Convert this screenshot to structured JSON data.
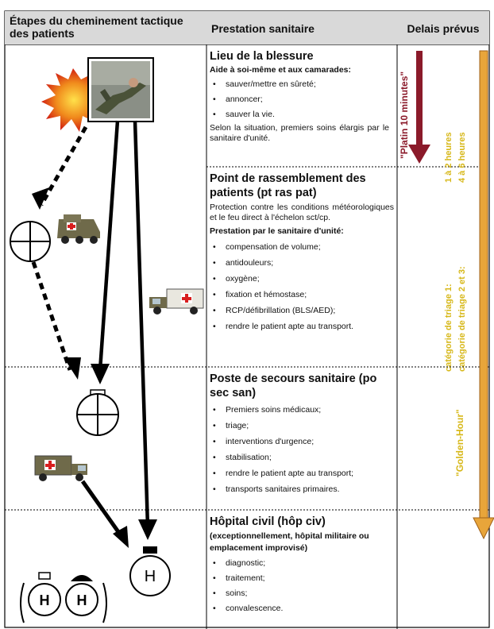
{
  "headers": {
    "stages": "Étapes du cheminement tactique des patients",
    "service": "Prestation sanitaire",
    "delays": "Delais prévus"
  },
  "rows": [
    {
      "title": "Lieu de la blessure",
      "subheading": "Aide à soi-même et aux camarades:",
      "items": [
        "sauver/mettre en sûreté;",
        "annoncer;",
        "sauver la vie."
      ],
      "paragraph": "Selon la situation, premiers soins élargis par le sanitaire d'unité."
    },
    {
      "title": "Point de rassemblement des patients (pt ras pat)",
      "paragraph": "Protection contre les conditions météorologiques et le feu direct à l'échelon sct/cp.",
      "subheading": "Prestation par le sanitaire d'unité:",
      "items": [
        "compensation de volume;",
        "antidouleurs;",
        "oxygène;",
        "fixation et hémostase;",
        "RCP/défibrillation (BLS/AED);",
        "rendre le patient apte au transport."
      ]
    },
    {
      "title": "Poste de secours sanitaire (po sec san)",
      "items": [
        "Premiers soins médicaux;",
        "triage;",
        "interventions d'urgence;",
        "stabilisation;",
        "rendre le patient apte au transport;",
        "transports sanitaires primaires."
      ]
    },
    {
      "title": "Hôpital civil (hôp civ)",
      "subheading": "(exceptionnellement, hôpital militaire ou emplacement improvisé)",
      "items": [
        "diagnostic;",
        "traitement;",
        "soins;",
        "convalescence."
      ]
    }
  ],
  "delays": {
    "platin": "\"Platin 10 minutes\"",
    "cat1_label": "catégorie de triage 1:",
    "cat1_time": "1 à 2 heures",
    "cat23_label": "catégorie de triage 2 et 3:",
    "cat23_time": "4 à 6 heures",
    "golden": "\"Golden-Hour\""
  },
  "symbols": {
    "hospital_letter": "H"
  },
  "colors": {
    "header_bg": "#d9d9d9",
    "platin_arrow": "#8b1a2a",
    "golden_arrow": "#e8a53a",
    "yellow_text": "#d7b81a",
    "ambulance_body": "#6f6a4a",
    "cross_red": "#d81e1e"
  }
}
